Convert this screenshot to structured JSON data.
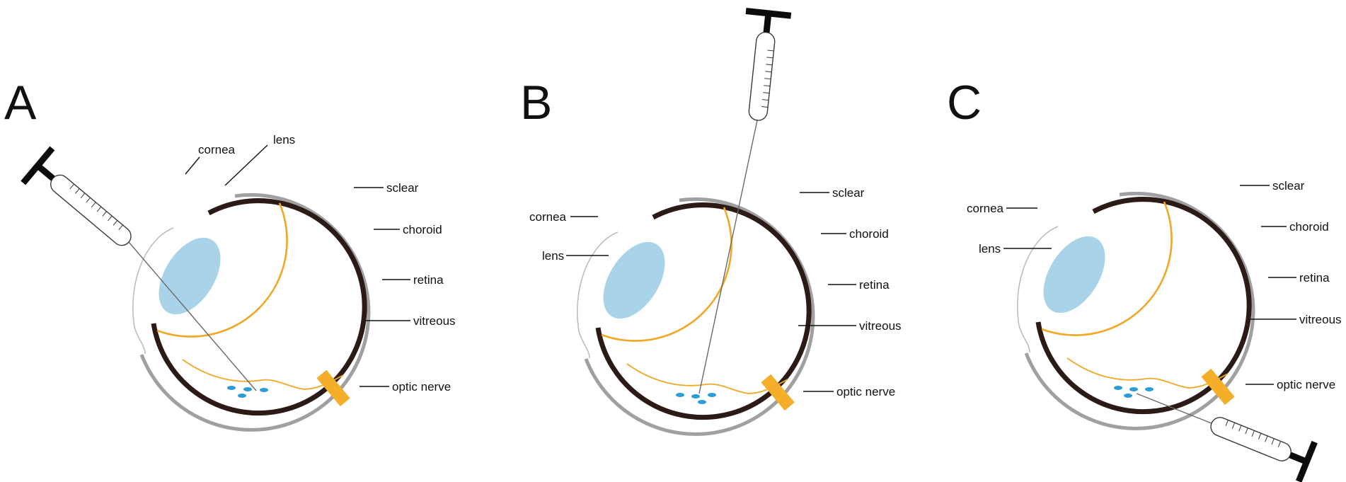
{
  "panels": [
    {
      "letter": "A",
      "labels": {
        "cornea": "cornea",
        "lens": "lens",
        "sclear": "sclear",
        "choroid": "choroid",
        "retina": "retina",
        "vitreous": "vitreous",
        "optic_nerve": "optic nerve"
      }
    },
    {
      "letter": "B",
      "labels": {
        "cornea": "cornea",
        "lens": "lens",
        "sclear": "sclear",
        "choroid": "choroid",
        "retina": "retina",
        "vitreous": "vitreous",
        "optic_nerve": "optic nerve"
      }
    },
    {
      "letter": "C",
      "labels": {
        "cornea": "cornea",
        "lens": "lens",
        "sclear": "sclear",
        "choroid": "choroid",
        "retina": "retina",
        "vitreous": "vitreous",
        "optic_nerve": "optic nerve"
      }
    }
  ],
  "colors": {
    "lens": "#a8d3e8",
    "retina": "#f0a828",
    "choroid": "#2b1a16",
    "sclera": "#a0a0a0",
    "optic_nerve": "#f4ae2a",
    "cells": "#2a9cd8"
  }
}
